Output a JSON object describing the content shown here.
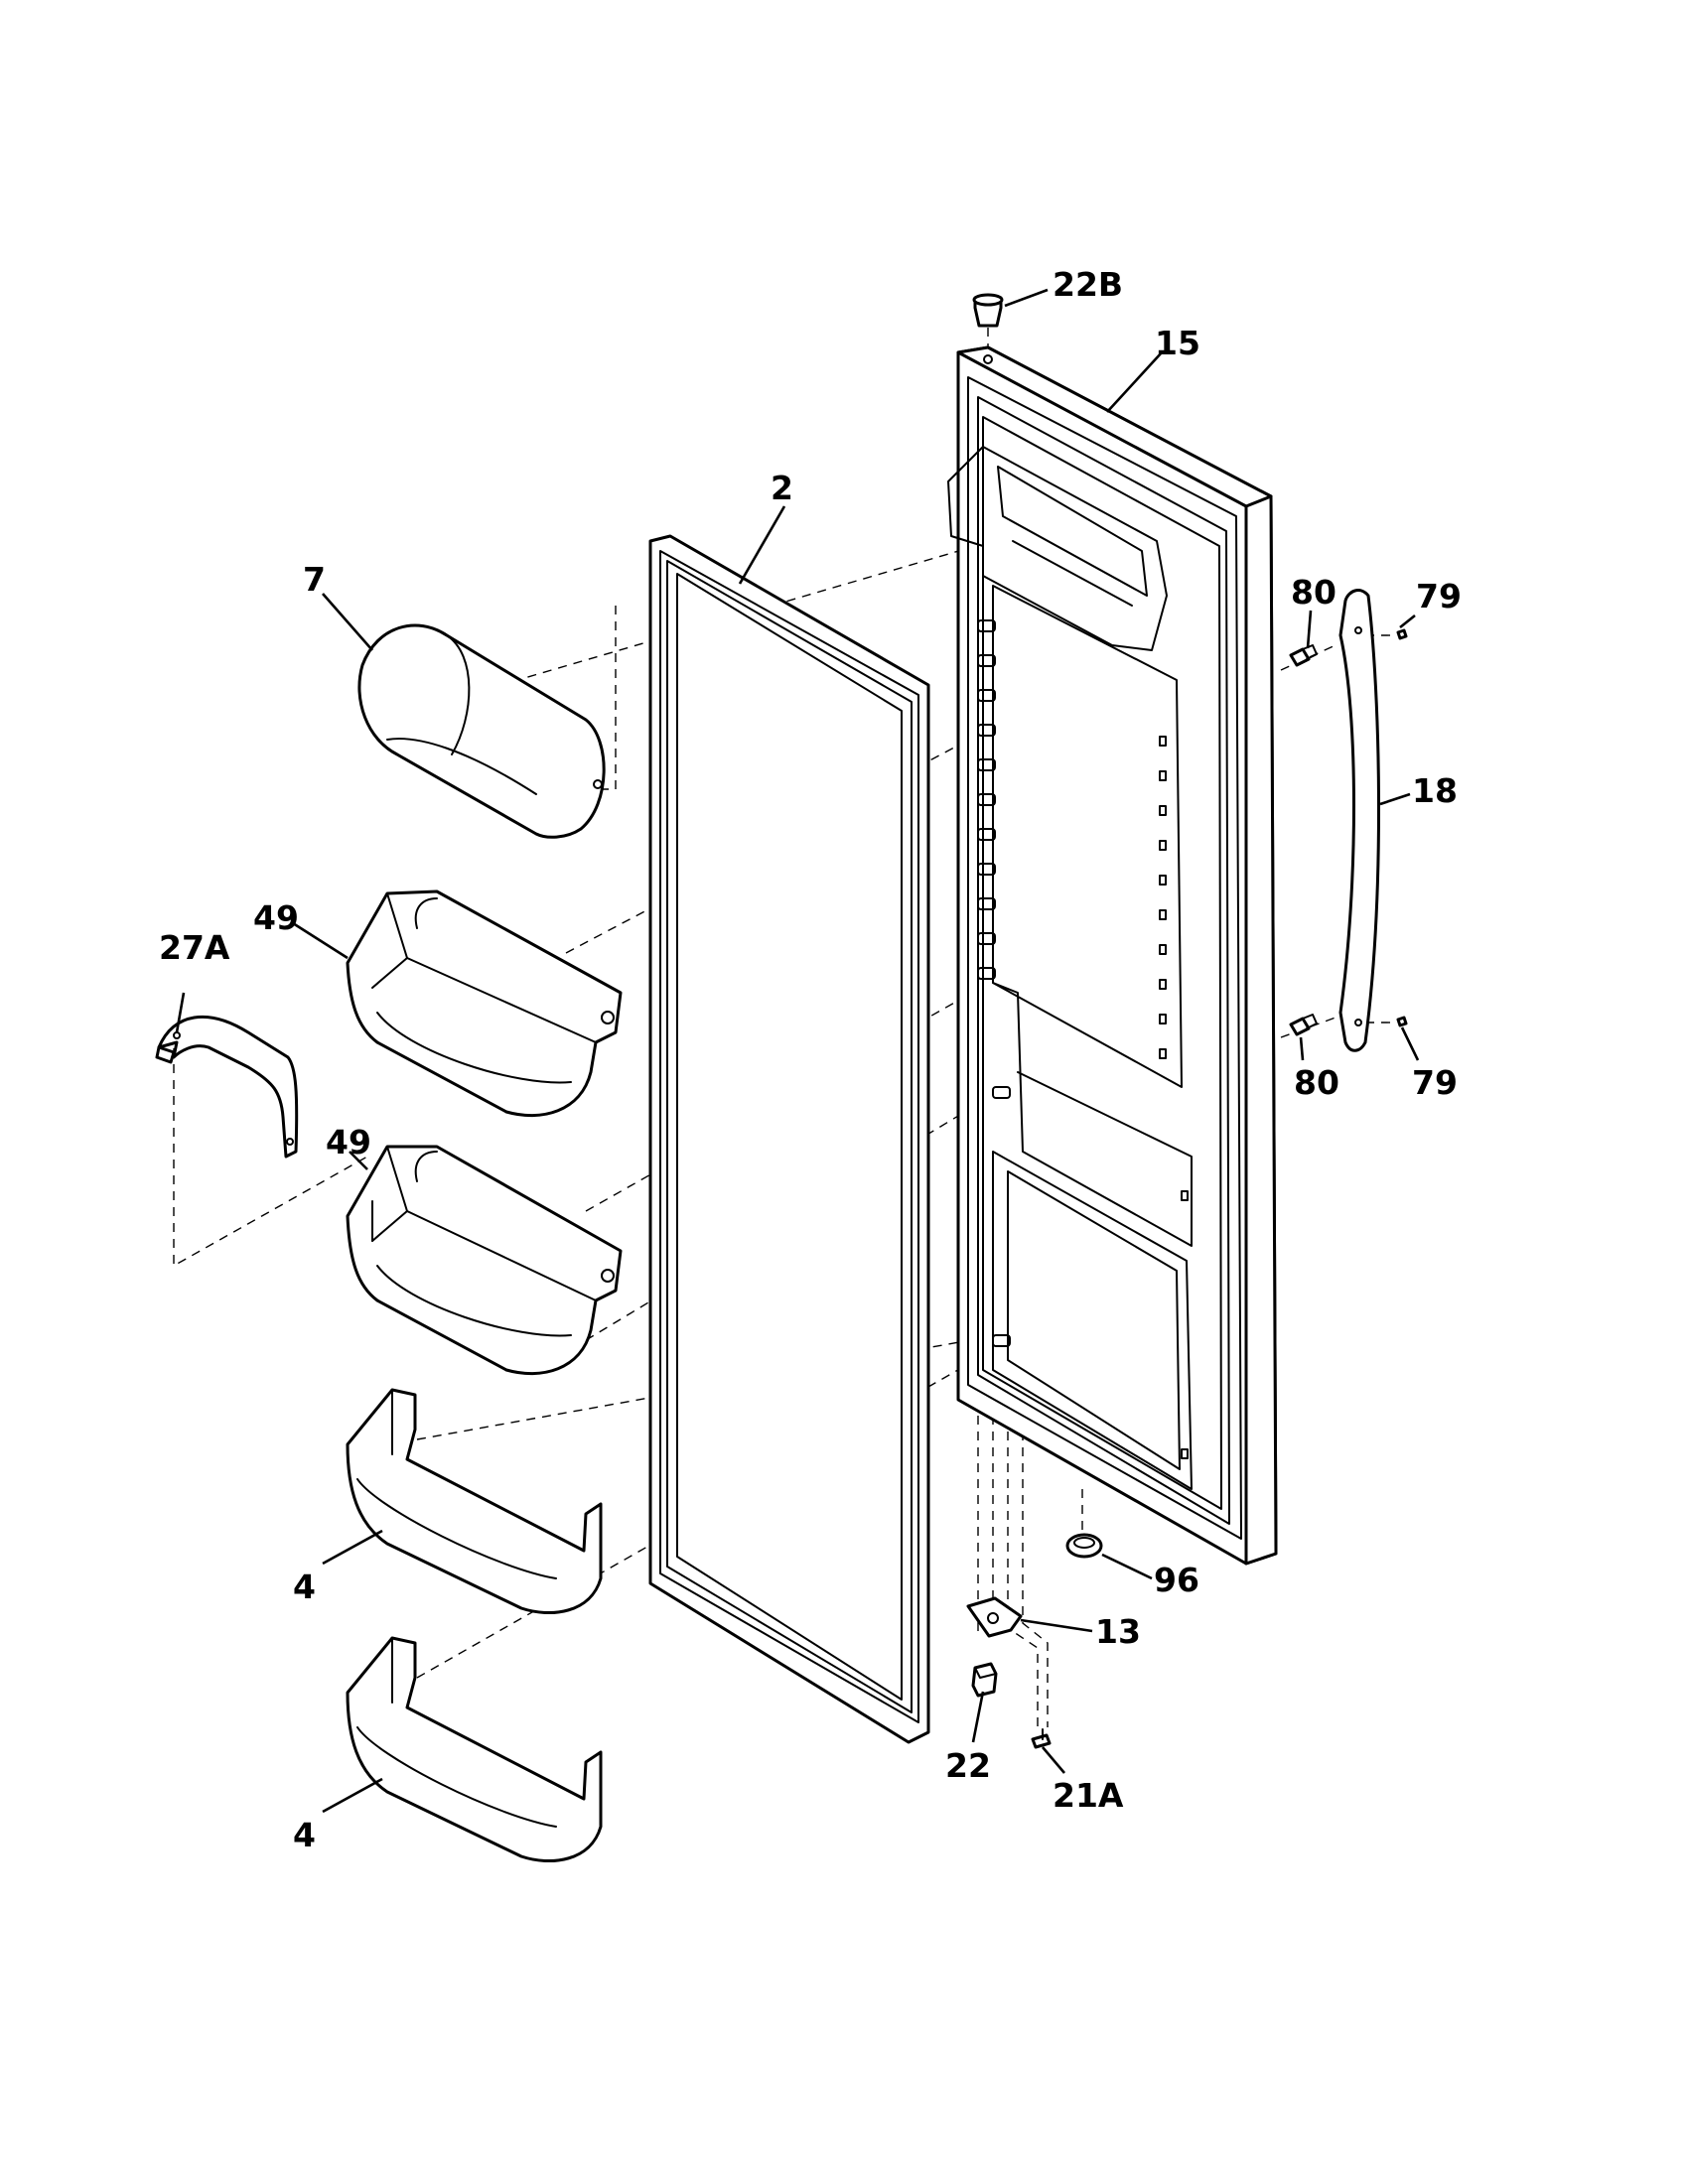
{
  "diagram": {
    "line_color": "#000000",
    "background": "#ffffff",
    "callouts": {
      "c_22b": "22B",
      "c_15": "15",
      "c_2": "2",
      "c_7": "7",
      "c_80_top": "80",
      "c_79_top": "79",
      "c_18": "18",
      "c_27a": "27A",
      "c_49_top": "49",
      "c_49_bottom": "49",
      "c_80_bottom": "80",
      "c_79_bottom": "79",
      "c_4_top": "4",
      "c_96": "96",
      "c_13": "13",
      "c_22": "22",
      "c_21a": "21A",
      "c_4_bottom": "4"
    }
  }
}
